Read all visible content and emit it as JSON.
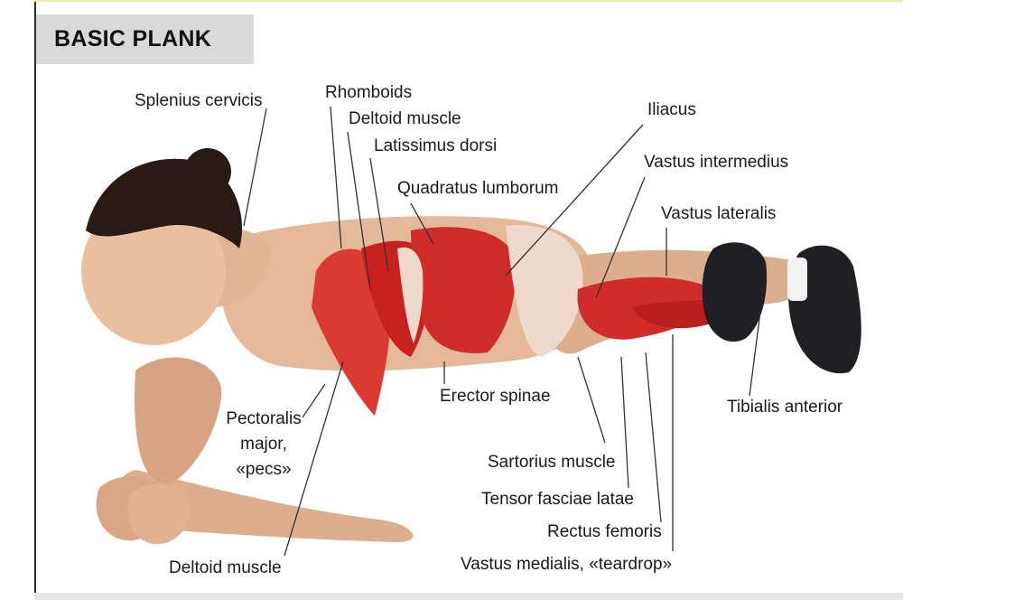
{
  "title": "BASIC PLANK",
  "labels": {
    "splenius_cervicis": "Splenius cervicis",
    "rhomboids": "Rhomboids",
    "deltoid_top": "Deltoid muscle",
    "latissimus_dorsi": "Latissimus dorsi",
    "quadratus_lumborum": "Quadratus lumborum",
    "iliacus": "Iliacus",
    "vastus_intermedius": "Vastus intermedius",
    "vastus_lateralis": "Vastus lateralis",
    "tibialis_anterior": "Tibialis anterior",
    "erector_spinae": "Erector spinae",
    "pectoralis_line1": "Pectoralis",
    "pectoralis_line2": "major,",
    "pectoralis_line3": "«pecs»",
    "sartorius": "Sartorius muscle",
    "tensor_fasciae_latae": "Tensor fasciae latae",
    "rectus_femoris": "Rectus femoris",
    "vastus_medialis": "Vastus medialis, «teardrop»",
    "deltoid_bottom": "Deltoid muscle"
  },
  "colors": {
    "skin": "#e2b595",
    "skin_shadow": "#c98f6c",
    "muscle": "#d0282a",
    "muscle_light": "#e86a5a",
    "tendon": "#efd9cc",
    "hair": "#2a1a14",
    "shoe": "#1f1f24",
    "leader": "#333333"
  }
}
